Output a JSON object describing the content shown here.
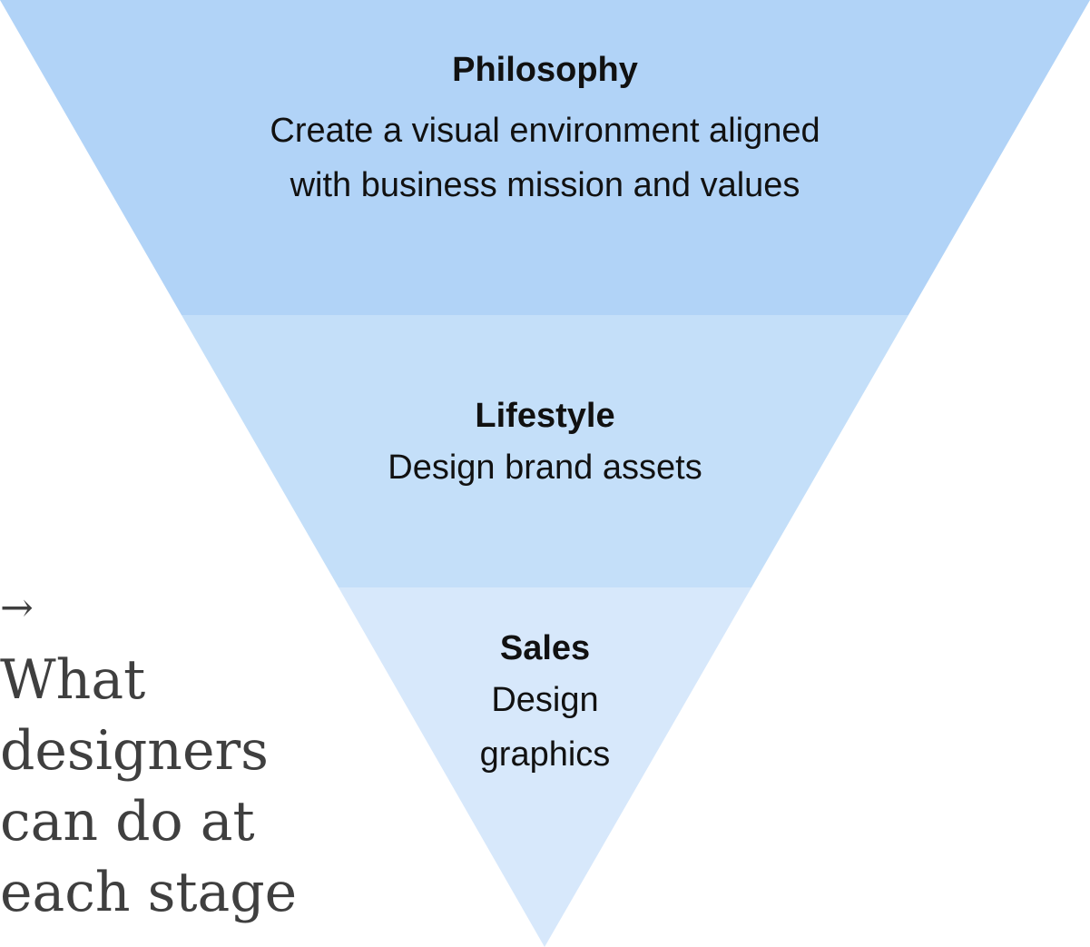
{
  "colors": {
    "stage1": "#b1d3f7",
    "stage2": "#c4dff9",
    "stage3": "#d7e8fb",
    "side_text": "#3f3f3f"
  },
  "stages": [
    {
      "title": "Philosophy",
      "desc_lines": [
        "Create a visual environment aligned",
        "with business mission and values"
      ]
    },
    {
      "title": "Lifestyle",
      "desc_lines": [
        "Design brand assets"
      ]
    },
    {
      "title": "Sales",
      "desc_lines": [
        "Design",
        "graphics"
      ]
    }
  ],
  "side_note": {
    "arrow": "→",
    "title_lines": [
      "What",
      "designers",
      "can do at",
      "each stage"
    ]
  }
}
